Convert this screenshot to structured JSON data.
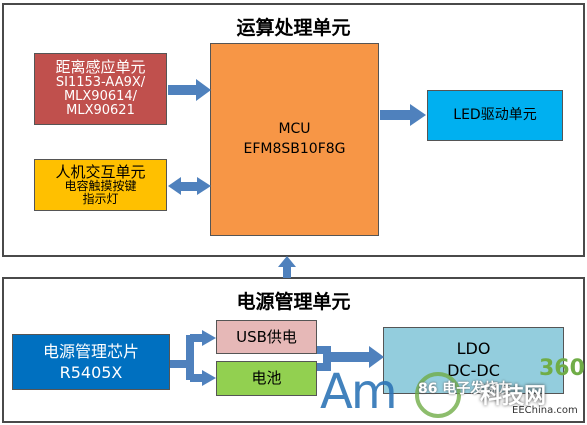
{
  "top_panel": {
    "title": "运算处理单元",
    "distance_unit": [
      "距离感应单元",
      "SI1153-AA9X/",
      "MLX90614/",
      "MLX90621"
    ],
    "hmi_unit": [
      "人机交互单元",
      "电容触摸按键",
      "指示灯"
    ],
    "mcu": [
      "MCU",
      "EFM8SB10F8G"
    ],
    "led_unit": "LED驱动单元"
  },
  "bottom_panel": {
    "title": "电源管理单元",
    "pm_chip": [
      "电源管理芯片",
      "R5405X"
    ],
    "usb_supply": "USB供电",
    "battery": "电池",
    "regulator": [
      "LDO",
      "DC-DC"
    ]
  },
  "watermark": {
    "brand": "Am",
    "number": "360",
    "site": "86 电子发烧友",
    "site_cn": "科技网",
    "domain": "EEChina.com"
  },
  "colors": {
    "distance": "#c0504d",
    "hmi": "#ffc000",
    "mcu": "#f79646",
    "led": "#00b0f0",
    "pm_chip": "#0070c0",
    "usb": "#e6b8b7",
    "battery": "#92d050",
    "regulator": "#93cddd",
    "arrow": "#4f81bd"
  }
}
